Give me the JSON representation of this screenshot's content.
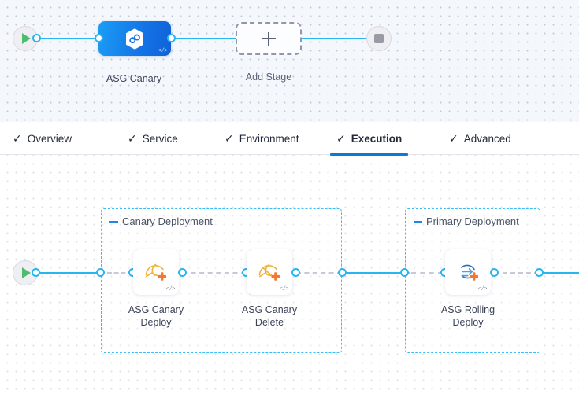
{
  "pipeline": {
    "stage_canvas": {
      "start_node": {
        "icon": "play-icon",
        "name": "pipeline-start"
      },
      "end_node": {
        "icon": "stop-icon",
        "name": "pipeline-end"
      },
      "stages": [
        {
          "label": "ASG Canary",
          "icon": "asg-hexagon-icon",
          "code_badge": "</>",
          "selected": true
        },
        {
          "label": "Add Stage",
          "icon": "plus-icon"
        }
      ]
    },
    "tabs": [
      {
        "label": "Overview",
        "check": "✓",
        "active": false
      },
      {
        "label": "Service",
        "check": "✓",
        "active": false
      },
      {
        "label": "Environment",
        "check": "✓",
        "active": false
      },
      {
        "label": "Execution",
        "check": "✓",
        "active": true
      },
      {
        "label": "Advanced",
        "check": "✓",
        "active": false
      }
    ],
    "step_canvas": {
      "start_node": {
        "icon": "play-icon",
        "name": "execution-start"
      },
      "groups": [
        {
          "label": "Canary Deployment",
          "steps": [
            {
              "label_line1": "ASG Canary",
              "label_line2": "Deploy",
              "icon": "asg-canary-deploy-icon",
              "code_badge": "</>"
            },
            {
              "label_line1": "ASG Canary",
              "label_line2": "Delete",
              "icon": "asg-canary-delete-icon",
              "code_badge": "</>"
            }
          ]
        },
        {
          "label": "Primary Deployment",
          "steps": [
            {
              "label_line1": "ASG Rolling",
              "label_line2": "Deploy",
              "icon": "asg-rolling-deploy-icon",
              "code_badge": "</>"
            }
          ]
        }
      ]
    }
  },
  "colors": {
    "accent_blue": "#0b7ad4",
    "connector_cyan": "#28b5f0",
    "group_dashed": "#38bdf6",
    "stage_gradient_from": "#1b9df5",
    "stage_gradient_to": "#0f62d6",
    "start_green": "#4dbd6e",
    "canary_orange": "#f2a63b",
    "plus_orange": "#f4772e"
  }
}
